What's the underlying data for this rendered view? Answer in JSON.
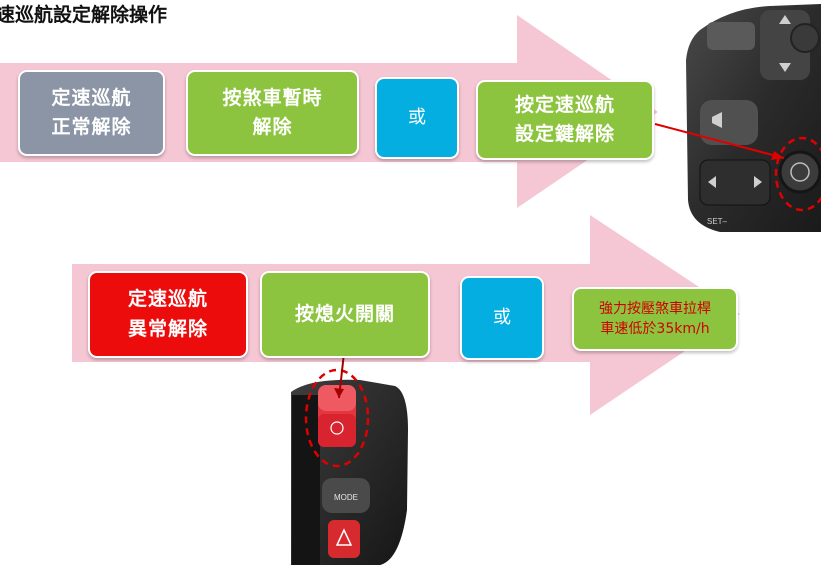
{
  "title": "速巡航設定解除操作",
  "row1": {
    "normal_release": [
      "定速巡航",
      "正常解除"
    ],
    "brake_release": [
      "按煞車暫時",
      "解除"
    ],
    "or": "或",
    "set_key_release": [
      "按定速巡航",
      "設定鍵解除"
    ]
  },
  "row2": {
    "abnormal_release": [
      "定速巡航",
      "異常解除"
    ],
    "kill_switch": "按熄火開關",
    "or": "或",
    "lever_release": [
      "強力按壓煞車拉桿",
      "車速低於35km/h"
    ]
  },
  "photo_labels": {
    "right_set_label": "SET–",
    "left_mode_label": "MODE"
  },
  "colors": {
    "arrow": "#f5c6d3",
    "gray_box": "#8b95a5",
    "green_box": "#8cc43f",
    "blue_box": "#05aee0",
    "red_box": "#ec0c0c",
    "pointer_line": "#e00000"
  }
}
